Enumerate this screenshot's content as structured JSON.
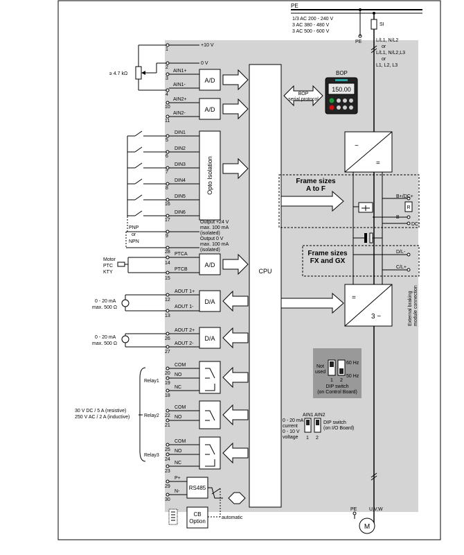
{
  "supply": {
    "pe": "PE",
    "line1": "1/3 AC 200 - 240 V",
    "line2": "3 AC 380 - 480 V",
    "line3": "3 AC 500 - 600 V",
    "si": "SI",
    "pe2": "PE",
    "l1": "L/L1, N/L2",
    "or1": "or",
    "l2": "L/L1, N/L2,L3",
    "or2": "or",
    "l3": "L1, L2, L3"
  },
  "pot": {
    "value": "≥ 4.7 kΩ"
  },
  "terminals": {
    "t1": "1",
    "plus10": "+10 V",
    "t2": "2",
    "zero": "0 V",
    "t3": "3",
    "ain1p": "AIN1+",
    "t4": "4",
    "ain1m": "AIN1-",
    "t10": "10",
    "ain2p": "AIN2+",
    "t11": "11",
    "ain2m": "AIN2-",
    "t5": "5",
    "din1": "DIN1",
    "t6": "6",
    "din2": "DIN2",
    "t7": "7",
    "din3": "DIN3",
    "t8": "8",
    "din4": "DIN4",
    "t16": "16",
    "din5": "DIN5",
    "t17": "17",
    "din6": "DIN6",
    "t9": "9",
    "t28": "28",
    "t14": "14",
    "ptca": "PTCA",
    "t15": "15",
    "ptcb": "PTCB",
    "t12": "12",
    "aout1p": "AOUT 1+",
    "t13": "13",
    "aout1m": "AOUT 1-",
    "t26": "26",
    "aout2p": "AOUT 2+",
    "t27": "27",
    "aout2m": "AOUT 2-",
    "t20": "20",
    "com1": "COM",
    "t19": "19",
    "no1": "NO",
    "t18": "18",
    "nc1": "NC",
    "t22": "22",
    "com2": "COM",
    "t21": "21",
    "no2": "NO",
    "t25": "25",
    "com3": "COM",
    "t24": "24",
    "no3": "NO",
    "t23": "23",
    "nc3": "NC",
    "t29": "29",
    "pplus": "P+",
    "t30": "30",
    "nminus": "N-"
  },
  "blocks": {
    "ad": "A/D",
    "opto": "Opto Isolation",
    "da": "D/A",
    "cpu": "CPU",
    "rs485": "RS485",
    "cb1": "CB",
    "cb2": "Option"
  },
  "outputs": {
    "o24a": "Output +24 V",
    "o24b": "max. 100 mA",
    "o24c": "(isolated)",
    "o0a": "Output 0 V",
    "o0b": "max. 100 mA",
    "o0c": "(isolated)"
  },
  "pnp": {
    "pnp": "PNP",
    "or": "or",
    "npn": "NPN"
  },
  "motor": {
    "l1": "Motor",
    "l2": "PTC",
    "l3": "KTY"
  },
  "aout": {
    "cur": "0 - 20 mA",
    "max": "max. 500 Ω"
  },
  "relays": {
    "r1": "Relay1",
    "r2": "Relay2",
    "r3": "Relay3",
    "dc": "30 V DC / 5 A (resistive)",
    "ac": "250 V AC / 2 A (inductive)"
  },
  "bop": {
    "title": "BOP",
    "display": "150.00",
    "serial1": "BOP",
    "serial2": "serial protocol"
  },
  "frames": {
    "af1": "Frame sizes",
    "af2": "A to F",
    "fx1": "Frame sizes",
    "fx2": "FX and GX"
  },
  "power": {
    "bplus": "B+/DC+",
    "r": "R",
    "bminus": "B-",
    "dcminus": "DC-",
    "dl": "D/L-",
    "cl": "C/L+",
    "ext1": "External braking",
    "ext2": "module connection",
    "pe": "PE",
    "uvw": "U,V,W",
    "m": "M",
    "conv_eq": "=",
    "conv_3": "3 ~",
    "rect_tilde": "~",
    "rect_eq": "="
  },
  "dip1": {
    "notused1": "Not",
    "notused2": "used",
    "hz60": "60 Hz",
    "hz50": "50 Hz",
    "n1": "1",
    "n2": "2",
    "cap1": "DIP switch",
    "cap2": "(on Control Board)"
  },
  "dip2": {
    "ain1": "AIN1",
    "ain2": "AIN2",
    "cur1": "0 - 20 mA",
    "cur2": "current",
    "volt1": "0 - 10 V",
    "volt2": "voltage",
    "cap1": "DIP switch",
    "cap2": "(on I/O Board)",
    "n1": "1",
    "n2": "2"
  },
  "misc": {
    "automatic": "automatic"
  }
}
